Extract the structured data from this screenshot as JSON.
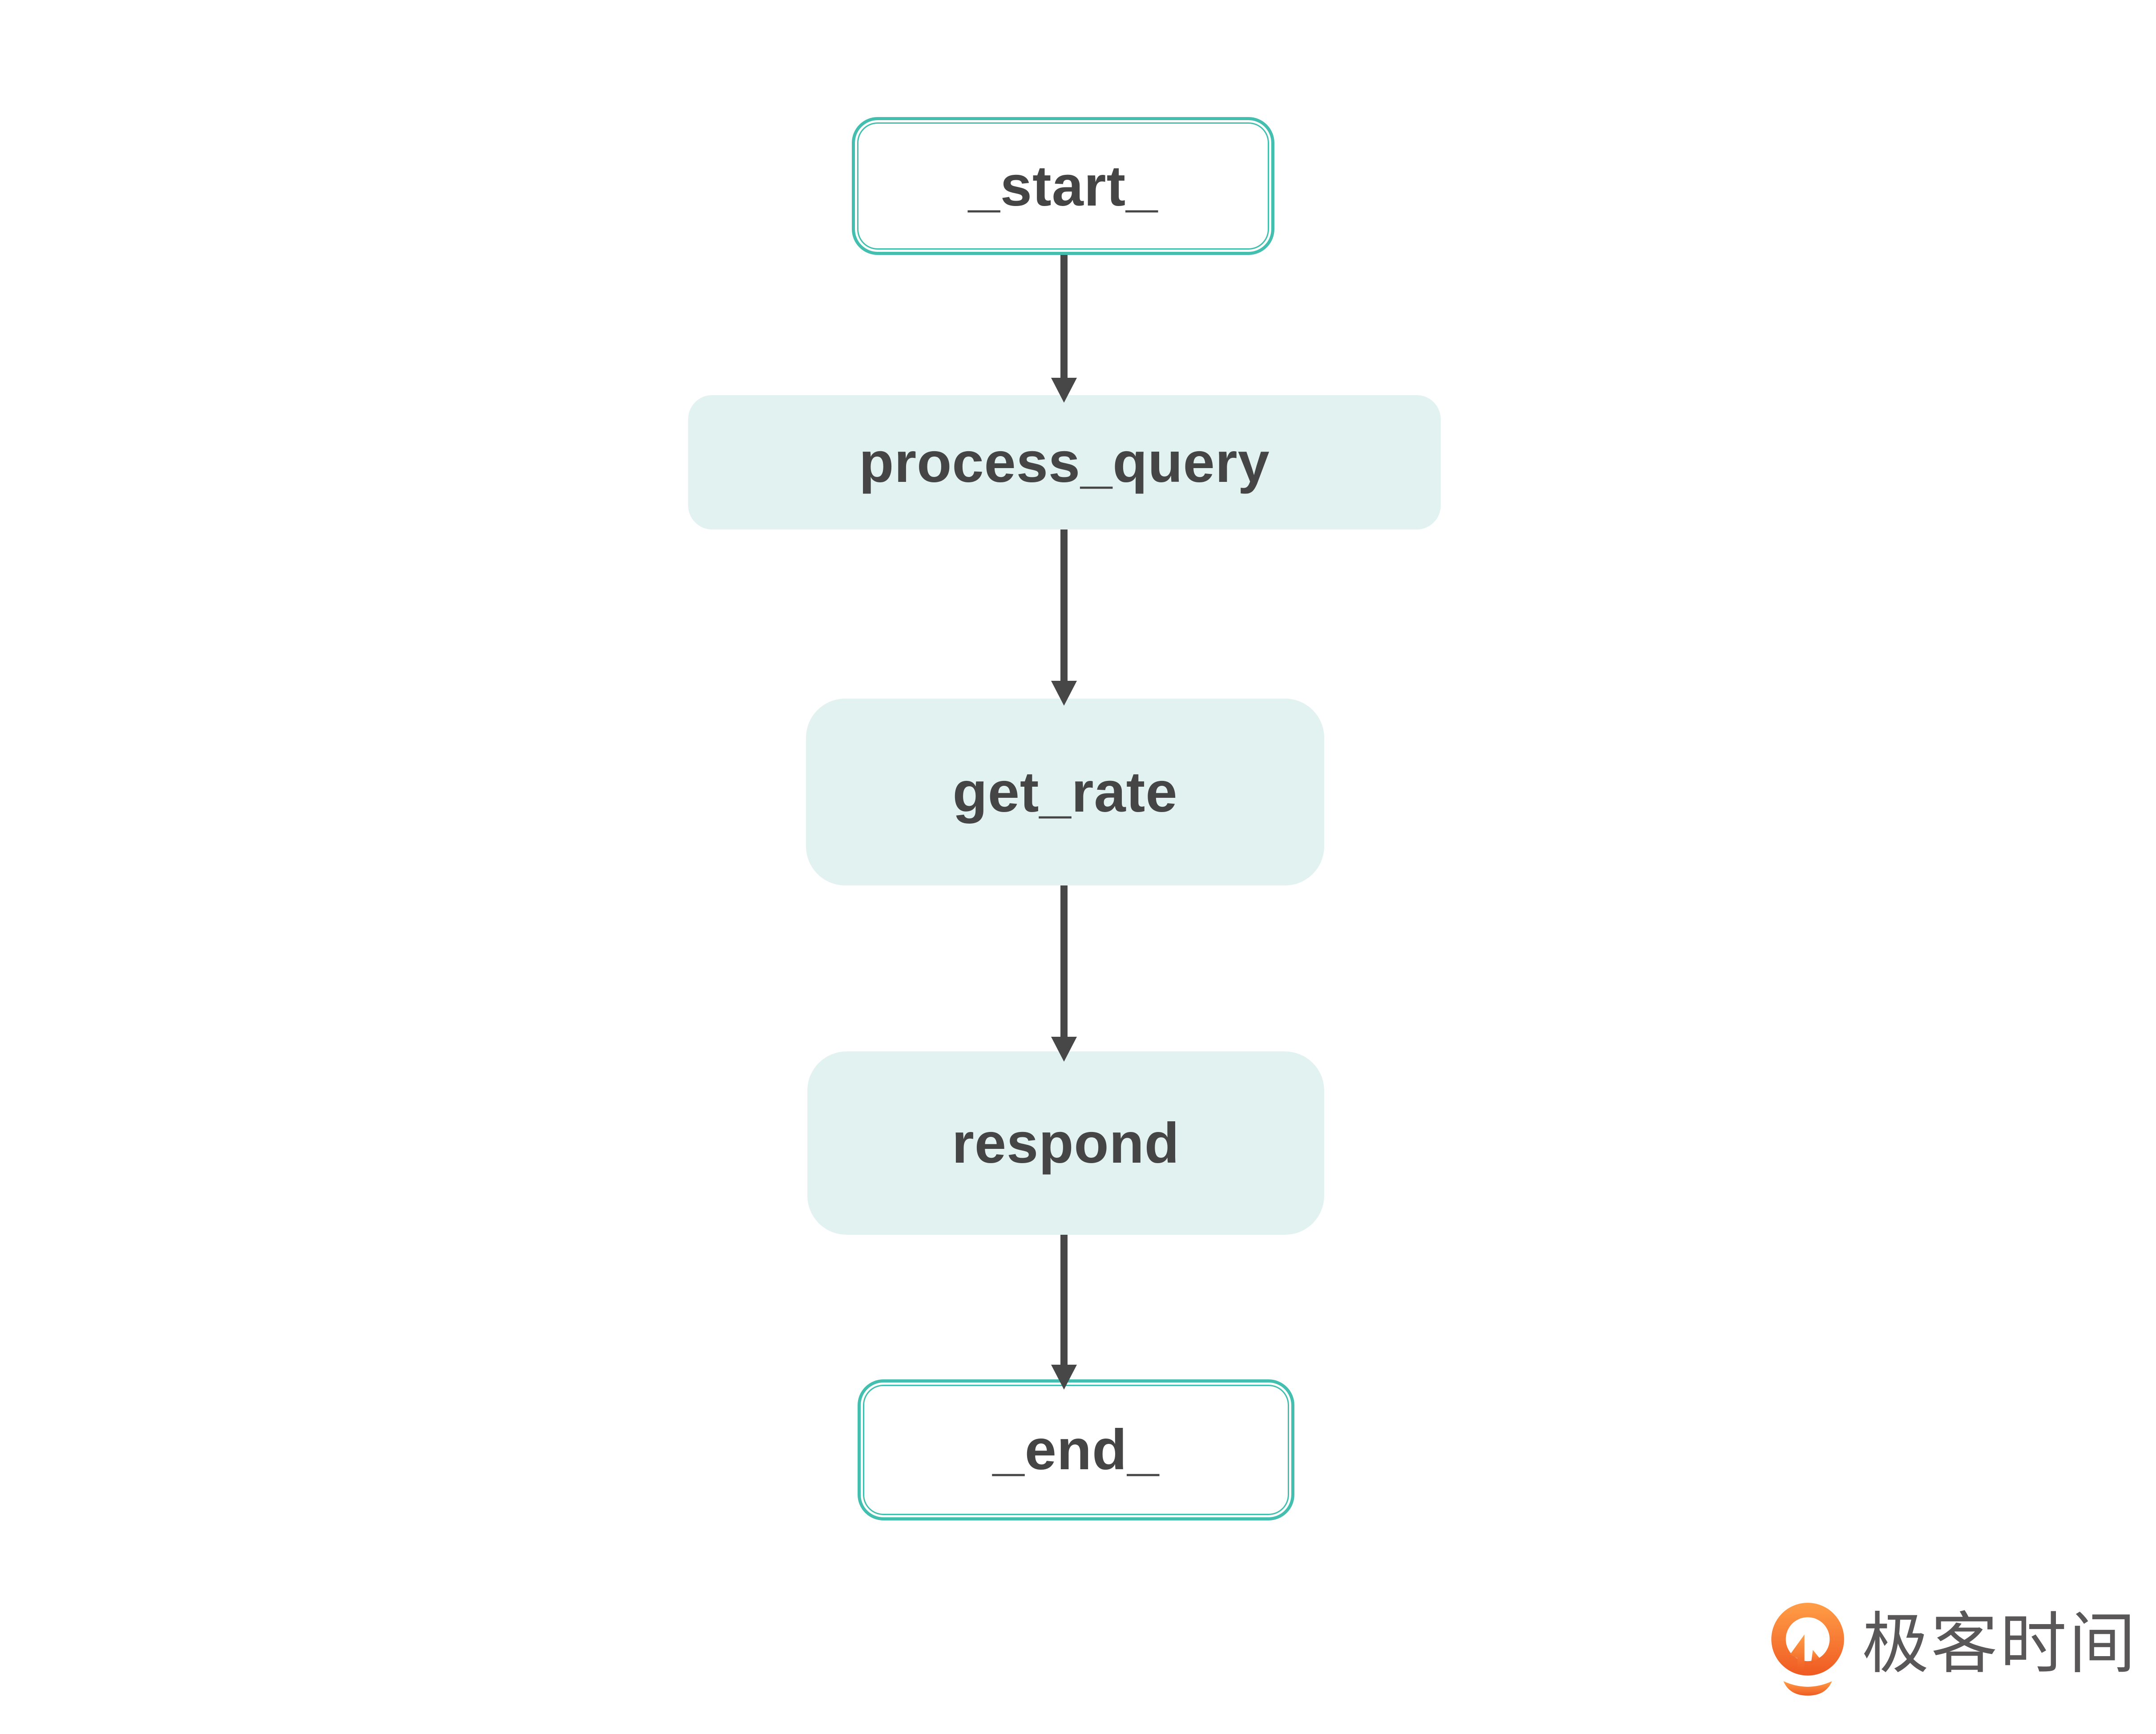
{
  "diagram": {
    "type": "flowchart",
    "direction": "top-down",
    "nodes": [
      {
        "id": "start",
        "label": "_start_",
        "kind": "terminal"
      },
      {
        "id": "process_query",
        "label": "process_query",
        "kind": "process"
      },
      {
        "id": "get_rate",
        "label": "get_rate",
        "kind": "process"
      },
      {
        "id": "respond",
        "label": "respond",
        "kind": "process"
      },
      {
        "id": "end",
        "label": "_end_",
        "kind": "terminal"
      }
    ],
    "edges": [
      {
        "from": "start",
        "to": "process_query"
      },
      {
        "from": "process_query",
        "to": "get_rate"
      },
      {
        "from": "get_rate",
        "to": "respond"
      },
      {
        "from": "respond",
        "to": "end"
      }
    ],
    "colors": {
      "terminal_border": "#44bfaf",
      "terminal_fill": "#ffffff",
      "process_fill": "#e2f2f1",
      "node_text": "#454545",
      "arrow": "#474747",
      "background": "#ffffff"
    }
  },
  "branding": {
    "logo_text": "极客时间",
    "logo_icon": "geektime-logo-icon",
    "logo_text_color": "#595757",
    "logo_orange_top": "#ff9e47",
    "logo_orange_bottom": "#ef5a22"
  }
}
